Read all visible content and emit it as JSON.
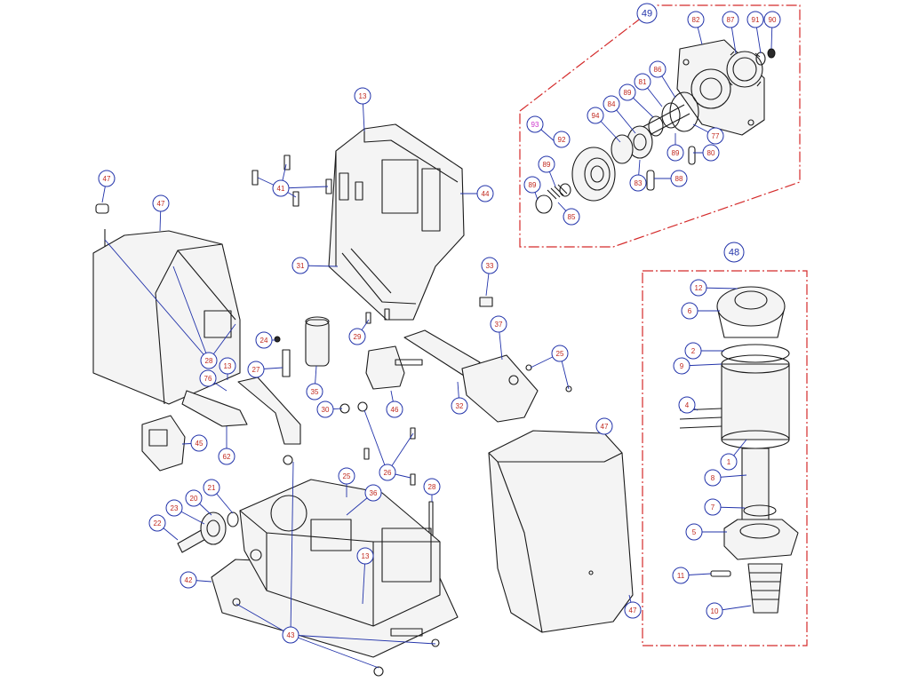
{
  "colors": {
    "callout_border": "#2233aa",
    "label_red": "#c0281e",
    "label_blue": "#2233aa",
    "label_magenta": "#cc33cc",
    "group_box": "#d42a2a",
    "highlight": "#d42a2a"
  },
  "groups": [
    {
      "id": "g49",
      "label": "49"
    },
    {
      "id": "g48",
      "label": "48"
    }
  ],
  "callouts": [
    {
      "id": "c49",
      "label": "49",
      "color": "blue",
      "group": true
    },
    {
      "id": "c82",
      "label": "82",
      "color": "red"
    },
    {
      "id": "c87",
      "label": "87",
      "color": "red"
    },
    {
      "id": "c91",
      "label": "91",
      "color": "red"
    },
    {
      "id": "c90",
      "label": "90",
      "color": "red"
    },
    {
      "id": "c86",
      "label": "86",
      "color": "red"
    },
    {
      "id": "c81",
      "label": "81",
      "color": "red"
    },
    {
      "id": "c89a",
      "label": "89",
      "color": "red"
    },
    {
      "id": "c84",
      "label": "84",
      "color": "red"
    },
    {
      "id": "c94",
      "label": "94",
      "color": "red"
    },
    {
      "id": "c93",
      "label": "93",
      "color": "magenta"
    },
    {
      "id": "c92",
      "label": "92",
      "color": "red",
      "highlighted": true
    },
    {
      "id": "c77",
      "label": "77",
      "color": "red"
    },
    {
      "id": "c89b",
      "label": "89",
      "color": "red"
    },
    {
      "id": "c80",
      "label": "80",
      "color": "red"
    },
    {
      "id": "c89c",
      "label": "89",
      "color": "red"
    },
    {
      "id": "c83",
      "label": "83",
      "color": "red"
    },
    {
      "id": "c88",
      "label": "88",
      "color": "red"
    },
    {
      "id": "c89d",
      "label": "89",
      "color": "red"
    },
    {
      "id": "c85",
      "label": "85",
      "color": "red"
    },
    {
      "id": "c13a",
      "label": "13",
      "color": "red"
    },
    {
      "id": "c41",
      "label": "41",
      "color": "red"
    },
    {
      "id": "c44",
      "label": "44",
      "color": "red"
    },
    {
      "id": "c31",
      "label": "31",
      "color": "red"
    },
    {
      "id": "c47a",
      "label": "47",
      "color": "red"
    },
    {
      "id": "c47b",
      "label": "47",
      "color": "red"
    },
    {
      "id": "c33",
      "label": "33",
      "color": "red"
    },
    {
      "id": "c48",
      "label": "48",
      "color": "blue",
      "group": true
    },
    {
      "id": "c12",
      "label": "12",
      "color": "red"
    },
    {
      "id": "c6",
      "label": "6",
      "color": "red"
    },
    {
      "id": "c2",
      "label": "2",
      "color": "red"
    },
    {
      "id": "c9",
      "label": "9",
      "color": "red"
    },
    {
      "id": "c4",
      "label": "4",
      "color": "red"
    },
    {
      "id": "c1",
      "label": "1",
      "color": "red"
    },
    {
      "id": "c8",
      "label": "8",
      "color": "red"
    },
    {
      "id": "c7",
      "label": "7",
      "color": "red"
    },
    {
      "id": "c5",
      "label": "5",
      "color": "red"
    },
    {
      "id": "c11",
      "label": "11",
      "color": "red"
    },
    {
      "id": "c10",
      "label": "10",
      "color": "red"
    },
    {
      "id": "c29",
      "label": "29",
      "color": "red"
    },
    {
      "id": "c37",
      "label": "37",
      "color": "red"
    },
    {
      "id": "c24",
      "label": "24",
      "color": "red"
    },
    {
      "id": "c28a",
      "label": "28",
      "color": "red"
    },
    {
      "id": "c13b",
      "label": "13",
      "color": "red"
    },
    {
      "id": "c27",
      "label": "27",
      "color": "red"
    },
    {
      "id": "c35",
      "label": "35",
      "color": "red"
    },
    {
      "id": "c76",
      "label": "76",
      "color": "red"
    },
    {
      "id": "c25a",
      "label": "25",
      "color": "red"
    },
    {
      "id": "c46",
      "label": "46",
      "color": "red"
    },
    {
      "id": "c32",
      "label": "32",
      "color": "red"
    },
    {
      "id": "c30",
      "label": "30",
      "color": "red"
    },
    {
      "id": "c47c",
      "label": "47",
      "color": "red"
    },
    {
      "id": "c45",
      "label": "45",
      "color": "red"
    },
    {
      "id": "c62",
      "label": "62",
      "color": "red"
    },
    {
      "id": "c26",
      "label": "26",
      "color": "red"
    },
    {
      "id": "c25b",
      "label": "25",
      "color": "red"
    },
    {
      "id": "c36",
      "label": "36",
      "color": "red"
    },
    {
      "id": "c28b",
      "label": "28",
      "color": "red"
    },
    {
      "id": "c21",
      "label": "21",
      "color": "red"
    },
    {
      "id": "c20",
      "label": "20",
      "color": "red"
    },
    {
      "id": "c23",
      "label": "23",
      "color": "red"
    },
    {
      "id": "c22",
      "label": "22",
      "color": "red"
    },
    {
      "id": "c13c",
      "label": "13",
      "color": "red"
    },
    {
      "id": "c42",
      "label": "42",
      "color": "red"
    },
    {
      "id": "c43",
      "label": "43",
      "color": "red"
    },
    {
      "id": "c47d",
      "label": "47",
      "color": "red"
    }
  ]
}
